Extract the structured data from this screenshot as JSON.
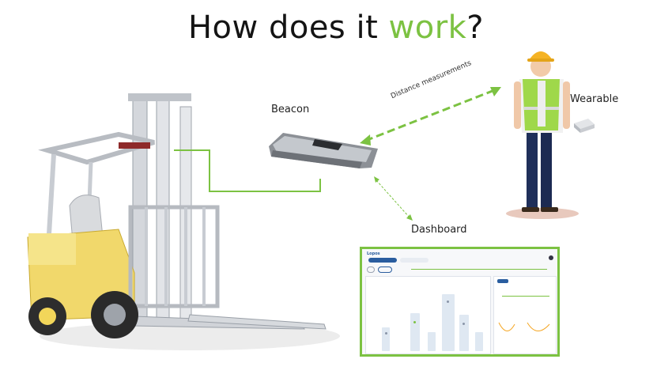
{
  "title": {
    "prefix": "How does it ",
    "highlight": "work",
    "suffix": "?"
  },
  "labels": {
    "beacon": "Beacon",
    "wearable": "Wearable",
    "dashboard": "Dashboard",
    "distance": "Distance measurements"
  },
  "dashboard": {
    "logo": "Lopos",
    "tab_1": "",
    "tab_2": ""
  },
  "colors": {
    "accent": "#7cc242",
    "text": "#141414",
    "dashboard_blue": "#2a5d9f"
  }
}
